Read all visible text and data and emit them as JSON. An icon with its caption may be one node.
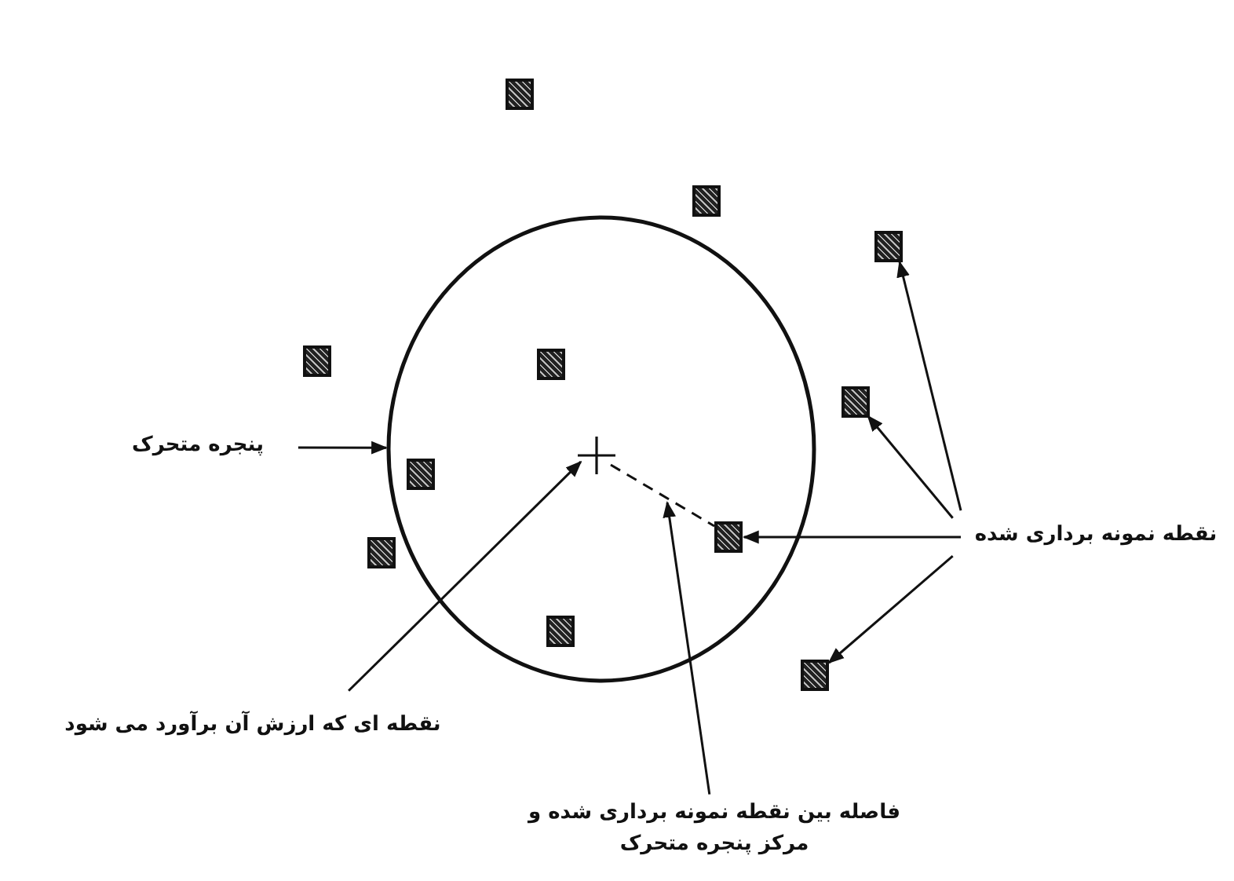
{
  "diagram": {
    "nodes": [
      {
        "text": [],
        "shape": "box"
      },
      {
        "text": [],
        "shape": "box"
      },
      {
        "text": [],
        "shape": "circle"
      },
      {
        "text": [],
        "shape": "box"
      },
      {
        "text": [],
        "shape": "box"
      },
      {
        "text": [],
        "shape": "box",
        "in": 2
      },
      {
        "text": [],
        "shape": "box"
      },
      {
        "text": [
          "پنجره متحرک"
        ]
      },
      {
        "text": [],
        "shape": "box",
        "in": 2
      },
      {
        "text": [],
        "shape": "cross",
        "in": 2
      },
      {
        "text": [],
        "shape": "box",
        "in": 2
      },
      {
        "text": [
          "نقطه نمونه برداری شده"
        ]
      },
      {
        "text": [],
        "shape": "box"
      },
      {
        "text": [],
        "shape": "box",
        "in": 2
      },
      {
        "text": [],
        "shape": "box"
      },
      {
        "text": [
          "نقطه ای که ارزش آن برآورد می شود"
        ]
      },
      {
        "text": [
          "فاصله بین نقطه نمونه برداری شده و مرکز پنجره متحرک"
        ]
      }
    ],
    "edges": [
      {
        "from": 7,
        "to": 2,
        "arrow": "to"
      },
      {
        "from": 11,
        "to": 3,
        "arrow": "to"
      },
      {
        "from": 11,
        "to": 6,
        "arrow": "to"
      },
      {
        "from": 11,
        "to": 10,
        "arrow": "to"
      },
      {
        "from": 11,
        "to": 14,
        "arrow": "to"
      },
      {
        "from": 15,
        "to": 9,
        "arrow": "to"
      },
      {
        "from": 16,
        "to": null,
        "arrow": "to"
      },
      {
        "from": 9,
        "to": 10,
        "arrow": "none",
        "style": "dashed"
      }
    ]
  }
}
